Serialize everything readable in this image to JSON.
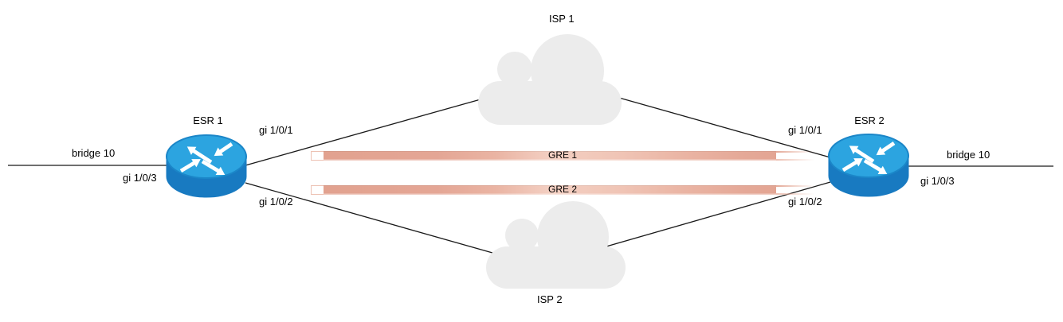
{
  "labels": {
    "esr1": "ESR 1",
    "esr2": "ESR 2",
    "isp1": "ISP 1",
    "isp2": "ISP 2",
    "gre1": "GRE 1",
    "gre2": "GRE 2",
    "esr1_gi1": "gi 1/0/1",
    "esr1_gi2": "gi 1/0/2",
    "esr1_gi3": "gi 1/0/3",
    "esr2_gi1": "gi 1/0/1",
    "esr2_gi2": "gi 1/0/2",
    "esr2_gi3": "gi 1/0/3",
    "bridge_left": "bridge 10",
    "bridge_right": "bridge 10"
  },
  "topology": {
    "routers": [
      "ESR 1",
      "ESR 2"
    ],
    "provider_clouds": [
      "ISP 1",
      "ISP 2"
    ],
    "tunnels": [
      "GRE 1",
      "GRE 2"
    ],
    "bridge_segments": [
      "bridge 10",
      "bridge 10"
    ]
  },
  "colors": {
    "router_top": "#2ca4e0",
    "router_side": "#187ac1",
    "router_rim": "#1b86c8",
    "cloud_fill": "#ececec",
    "tunnel_fill": "#e4a796",
    "tunnel_highlight": "#f3cfc2",
    "link_line": "#191919",
    "text": "#000000",
    "background": "#ffffff"
  }
}
